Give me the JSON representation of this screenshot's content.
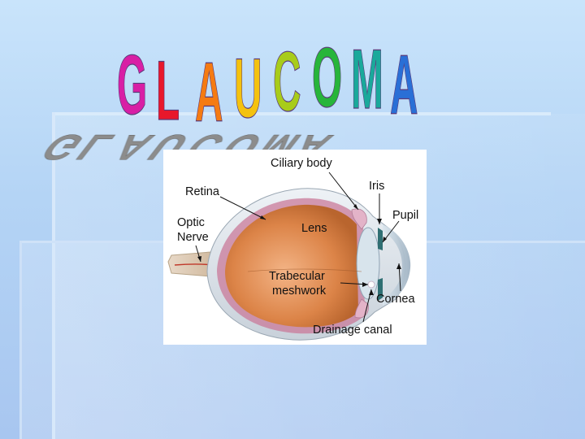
{
  "slide": {
    "title": "GLAUCOMA",
    "title_colors": [
      "#d81fa5",
      "#e8182b",
      "#f57b12",
      "#f4c20e",
      "#a8cc1a",
      "#27b53a",
      "#1aa99b",
      "#2a6fd6",
      "#7a2fd0"
    ]
  },
  "diagram": {
    "labels": {
      "ciliary_body": "Ciliary body",
      "retina": "Retina",
      "iris": "Iris",
      "optic": "Optic",
      "nerve": "Nerve",
      "pupil": "Pupil",
      "lens": "Lens",
      "trabecular": "Trabecular",
      "meshwork": "meshwork",
      "cornea": "Cornea",
      "drainage_canal": "Drainage canal"
    }
  }
}
